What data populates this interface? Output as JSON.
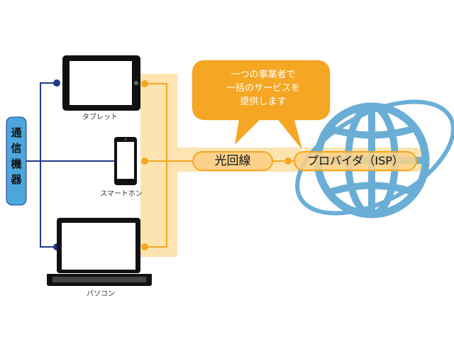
{
  "communication_device": {
    "label": "通\n信\n機\n器"
  },
  "devices": {
    "tablet": {
      "label": "タブレット"
    },
    "smartphone": {
      "label": "スマートホン"
    },
    "pc": {
      "label": "パソコン"
    }
  },
  "fiber_line": {
    "label": "光回線"
  },
  "provider": {
    "label": "プロバイダ（ISP）"
  },
  "callout": {
    "text": "一つの事業者で\n一括のサービスを\n提供します"
  },
  "colors": {
    "navy": "#1f3a8a",
    "orange": "#f5a623",
    "orange_band": "#fce3b0",
    "globe": "#6aaed6",
    "callout_fill": "#f5a623",
    "comm_fill": "#4da6dd"
  }
}
